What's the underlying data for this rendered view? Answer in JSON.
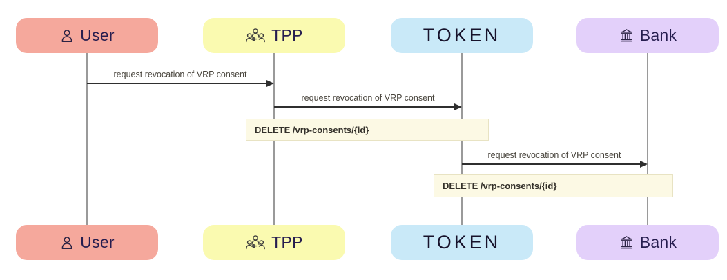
{
  "diagram": {
    "type": "sequence",
    "participants": [
      {
        "id": "user",
        "label": "User",
        "icon": "person-icon",
        "fill": "#f5a89c"
      },
      {
        "id": "tpp",
        "label": "TPP",
        "icon": "team-icon",
        "fill": "#fafab0"
      },
      {
        "id": "token",
        "label": "TOKEN",
        "icon": "token-logo",
        "fill": "#c9e9f8"
      },
      {
        "id": "bank",
        "label": "Bank",
        "icon": "bank-icon",
        "fill": "#e3d0fa"
      }
    ],
    "messages": [
      {
        "from": "User",
        "to": "TPP",
        "label": "request revocation of VRP consent",
        "style": "solid-arrow"
      },
      {
        "from": "TPP",
        "to": "TOKEN",
        "label": "request revocation of VRP consent",
        "style": "solid-arrow"
      },
      {
        "from": "TOKEN",
        "to": "Bank",
        "label": "request revocation of VRP consent",
        "style": "solid-arrow"
      }
    ],
    "notes": [
      {
        "over": [
          "TPP",
          "TOKEN"
        ],
        "label": "DELETE /vrp-consents/{id}"
      },
      {
        "over": [
          "TOKEN",
          "Bank"
        ],
        "label": "DELETE /vrp-consents/{id}"
      }
    ],
    "colors": {
      "user_fill": "#f5a89c",
      "tpp_fill": "#fafab0",
      "token_fill": "#c9e9f8",
      "bank_fill": "#e3d0fa",
      "note_fill": "#fcf9e4",
      "note_border": "#e8e3c3",
      "lifeline": "#9a9a9a",
      "arrow": "#2f2f2f",
      "message_text": "#4a463e",
      "actor_text": "#261d4f",
      "background": "#ffffff"
    }
  }
}
